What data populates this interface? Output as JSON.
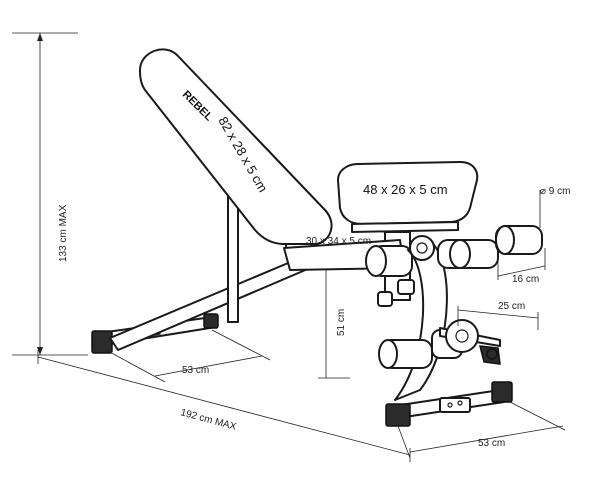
{
  "brand": {
    "logo": "REBEL"
  },
  "dimensions": {
    "backrest": "82 x 28 x 5 cm",
    "seat": "48 x 26 x 5 cm",
    "leg_pad": "30 x 34 x 5 cm",
    "height_max": "133 cm MAX",
    "length_max": "192 cm MAX",
    "front_width": "53 cm",
    "rear_width": "53 cm",
    "seat_height": "51 cm",
    "roller_diameter": "⌀ 9 cm",
    "roller_length": "16 cm",
    "bar_length": "25 cm"
  }
}
